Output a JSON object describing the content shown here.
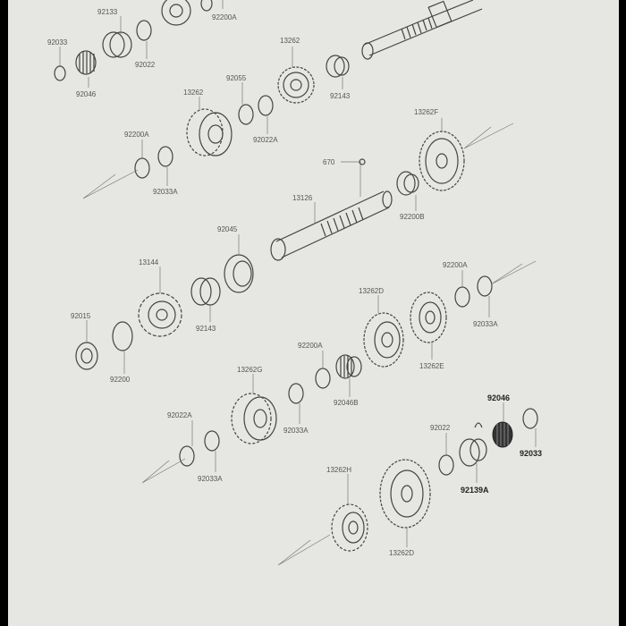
{
  "labels": {
    "l92033a": "92033",
    "l92133": "92133",
    "l92200a": "92200A",
    "l92022": "92022",
    "l92046": "92046",
    "l13262_top": "13262",
    "l92143": "92143",
    "l13262b": "13262",
    "l92055": "92055",
    "l92022a": "92022A",
    "l92200a_2": "92200A",
    "l92033a_2": "92033A",
    "l13262f": "13262F",
    "l670": "670",
    "l13126": "13126",
    "l92200b": "92200B",
    "l92045": "92045",
    "l13144": "13144",
    "l92143_2": "92143",
    "l92200a_3": "92200A",
    "l13262d": "13262D",
    "l92033a_3": "92033A",
    "l92015": "92015",
    "l92200": "92200",
    "l92200a_4": "92200A",
    "l92046b": "92046B",
    "l13262e": "13262E",
    "l13262g": "13262G",
    "l92022a_2": "92022A",
    "l92033a_4": "92033A",
    "l92033a_5": "92033A",
    "l92022_2": "92022",
    "l92046_b": "92046",
    "l92033_b": "92033",
    "l92139a": "92139A",
    "l13262h": "13262H",
    "l13262d_2": "13262D"
  }
}
